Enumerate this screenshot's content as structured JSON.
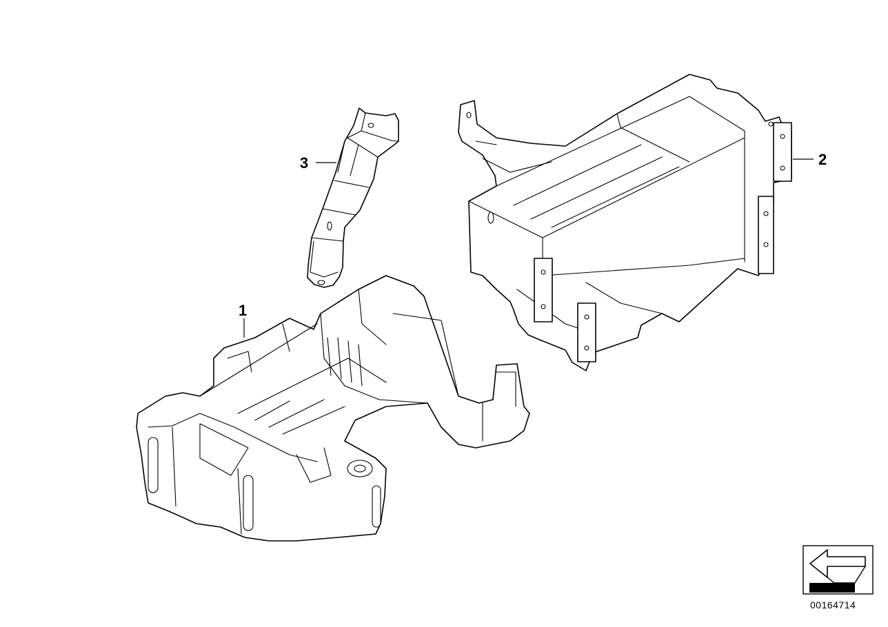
{
  "callouts": [
    {
      "id": "1",
      "label": "1"
    },
    {
      "id": "2",
      "label": "2"
    },
    {
      "id": "3",
      "label": "3"
    }
  ],
  "document_number": "00164714",
  "navigation_icon": "back-arrow-icon"
}
